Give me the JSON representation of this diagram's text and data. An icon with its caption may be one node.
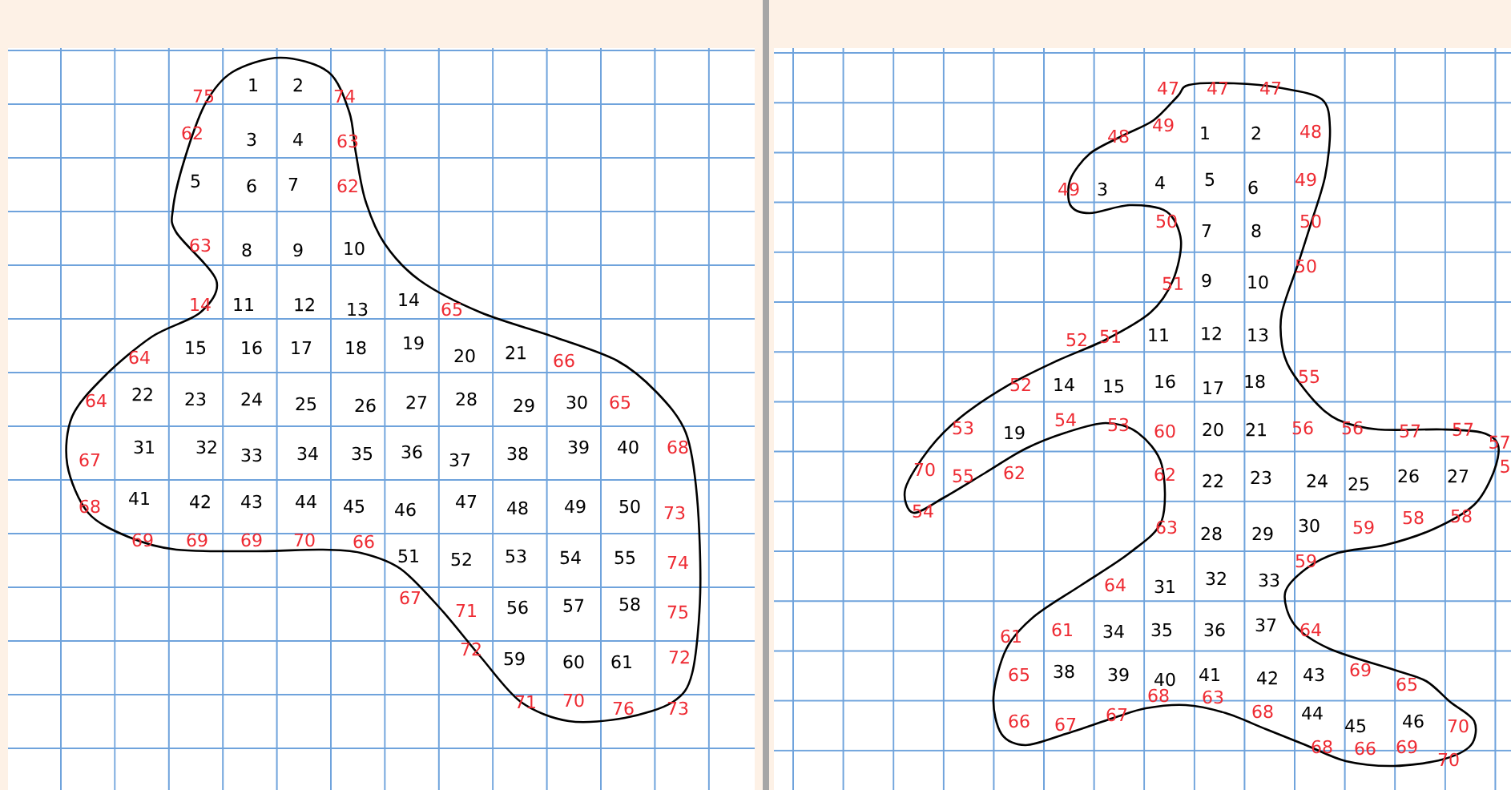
{
  "diagram": {
    "labels": [
      "75",
      "1",
      "2",
      "74",
      "62",
      "3",
      "4",
      "63",
      "5",
      "6",
      "7",
      "62",
      "63",
      "8",
      "9",
      "10",
      "14",
      "11",
      "12",
      "13",
      "14",
      "65",
      "64",
      "15",
      "16",
      "17",
      "18",
      "19",
      "20",
      "21",
      "66",
      "64",
      "22",
      "23",
      "24",
      "25",
      "26",
      "27",
      "28",
      "29",
      "30",
      "65",
      "67",
      "31",
      "32",
      "33",
      "34",
      "35",
      "36",
      "37",
      "38",
      "39",
      "40",
      "68",
      "68",
      "41",
      "42",
      "43",
      "44",
      "45",
      "46",
      "47",
      "48",
      "49",
      "50",
      "73",
      "69",
      "69",
      "69",
      "70",
      "66",
      "51",
      "52",
      "53",
      "54",
      "55",
      "74",
      "67",
      "71",
      "56",
      "57",
      "58",
      "75",
      "72",
      "59",
      "60",
      "61",
      "72",
      "71",
      "70",
      "76",
      "73",
      "47",
      "47",
      "47",
      "48",
      "49",
      "1",
      "2",
      "48",
      "49",
      "3",
      "4",
      "5",
      "6",
      "49",
      "50",
      "7",
      "8",
      "50",
      "51",
      "9",
      "10",
      "50",
      "52",
      "51",
      "11",
      "12",
      "13",
      "52",
      "14",
      "15",
      "16",
      "17",
      "18",
      "55",
      "53",
      "19",
      "54",
      "53",
      "60",
      "20",
      "21",
      "56",
      "56",
      "57",
      "57",
      "57",
      "70",
      "55",
      "62",
      "62",
      "22",
      "23",
      "24",
      "25",
      "26",
      "27",
      "5",
      "54",
      "63",
      "28",
      "29",
      "30",
      "59",
      "58",
      "58",
      "59",
      "64",
      "31",
      "32",
      "33",
      "61",
      "61",
      "34",
      "35",
      "36",
      "37",
      "64",
      "65",
      "38",
      "39",
      "40",
      "41",
      "42",
      "43",
      "69",
      "65",
      "68",
      "63",
      "66",
      "67",
      "67",
      "68",
      "44",
      "45",
      "46",
      "70",
      "68",
      "66",
      "69",
      "70"
    ]
  }
}
